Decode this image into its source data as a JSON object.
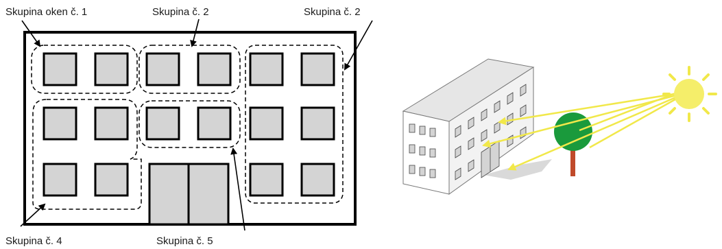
{
  "labels": {
    "group1": "Skupina oken č. 1",
    "group2_top": "Skupina č. 2",
    "group2_right": "Skupina č. 2",
    "group4": "Skupina  č. 4",
    "group5": "Skupina č. 5"
  },
  "colors": {
    "window_fill": "#d4d4d4",
    "outline": "#000000",
    "sun": "#f5ee6a",
    "sun_rays": "#f1e84a",
    "tree_crown": "#1a9a3c",
    "tree_trunk": "#c04a2b",
    "building_side": "#f2f2f2",
    "building_front": "#ffffff",
    "building_roof": "#e6e6e6",
    "shadow": "#d9d9d9"
  },
  "icons": [
    "sun-icon",
    "tree-icon",
    "building-3d-icon"
  ]
}
